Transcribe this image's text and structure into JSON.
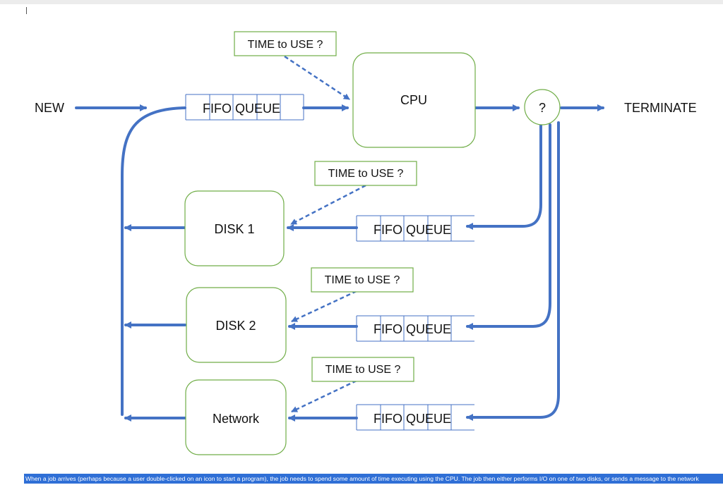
{
  "colors": {
    "arrow": "#4472c4",
    "node_border": "#70ad47",
    "queue_border": "#4472c4",
    "caption_bg": "#2f6fd6"
  },
  "labels": {
    "new": "NEW",
    "terminate": "TERMINATE",
    "cpu": "CPU",
    "decision": "?",
    "disk1": "DISK 1",
    "disk2": "DISK 2",
    "network": "Network",
    "queue": "FIFO QUEUE",
    "time_to_use": "TIME to USE ?"
  },
  "caption": "When a job arrives (perhaps because a user double-clicked on an icon to start a program), the job needs to spend some amount of time executing using the CPU. The job then either performs I/O on one of two disks, or sends a message to the network"
}
